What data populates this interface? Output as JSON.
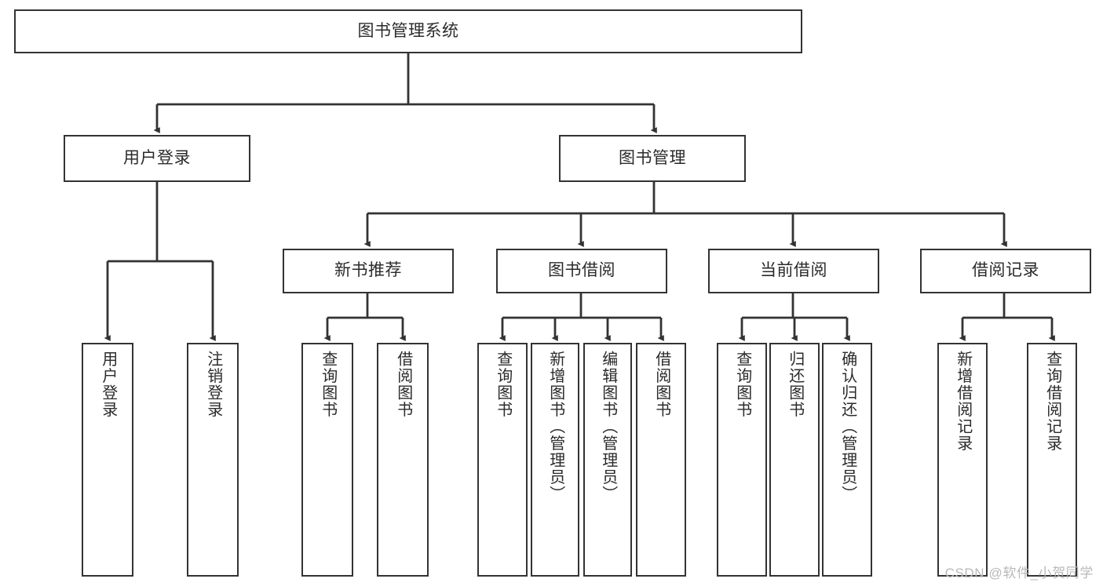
{
  "diagram": {
    "type": "hierarchy-tree",
    "title": "图书管理系统",
    "watermark": "CSDN @软件_小贺同学",
    "colors": {
      "background": "#ffffff",
      "box_fill": "#ffffff",
      "box_stroke": "#333333",
      "edge_stroke": "#333333",
      "text": "#2b2b2b",
      "watermark": "#b9b9b9"
    },
    "root": {
      "label": "图书管理系统"
    },
    "level2": [
      {
        "label": "用户登录"
      },
      {
        "label": "图书管理"
      }
    ],
    "level3": [
      {
        "label": "新书推荐"
      },
      {
        "label": "图书借阅"
      },
      {
        "label": "当前借阅"
      },
      {
        "label": "借阅记录"
      }
    ],
    "leaves": {
      "user_login": [
        {
          "label": "用户登录"
        },
        {
          "label": "注销登录"
        }
      ],
      "new_book_recommend": [
        {
          "label": "查询图书"
        },
        {
          "label": "借阅图书"
        }
      ],
      "book_borrow": [
        {
          "label": "查询图书"
        },
        {
          "label": "新增图书（管理员）"
        },
        {
          "label": "编辑图书（管理员）"
        },
        {
          "label": "借阅图书"
        }
      ],
      "current_borrow": [
        {
          "label": "查询图书"
        },
        {
          "label": "归还图书"
        },
        {
          "label": "确认归还（管理员）"
        }
      ],
      "borrow_record": [
        {
          "label": "新增借阅记录"
        },
        {
          "label": "查询借阅记录"
        }
      ]
    }
  }
}
